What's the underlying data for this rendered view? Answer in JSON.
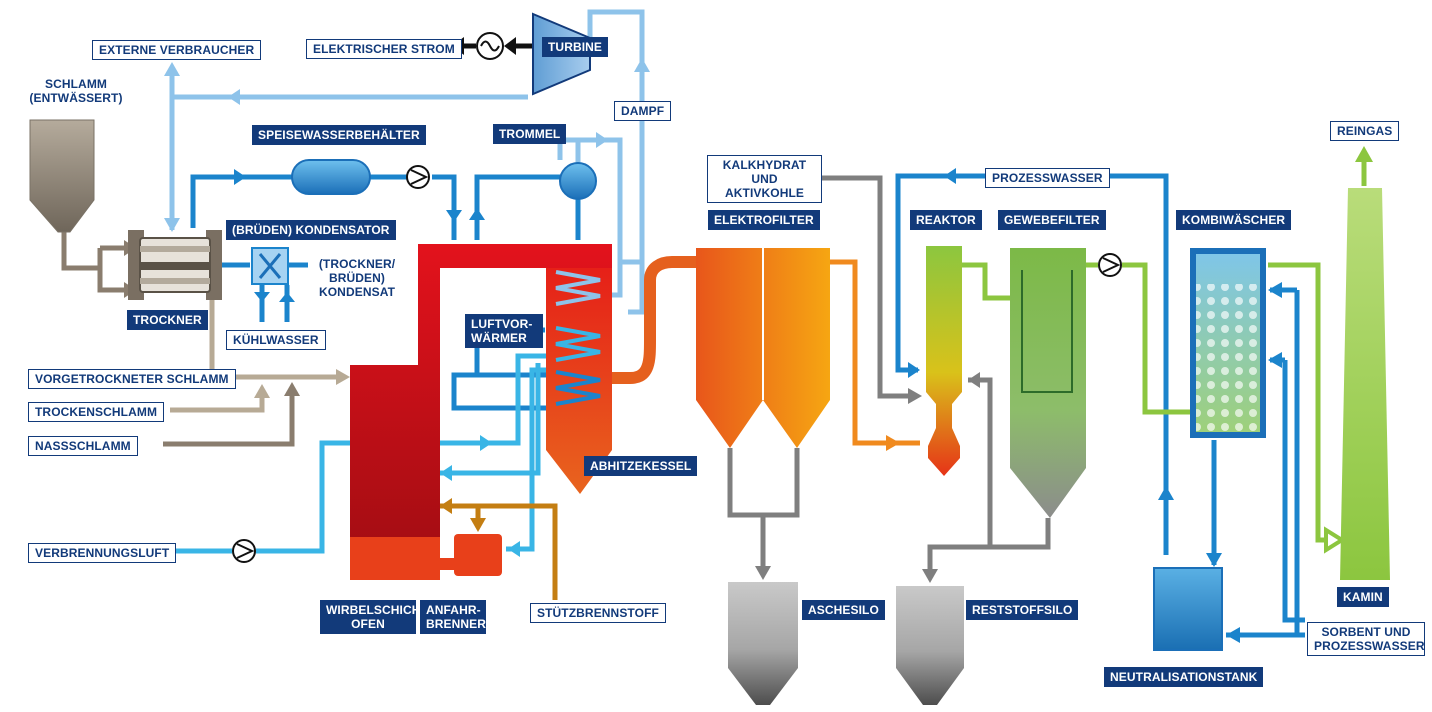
{
  "colors": {
    "label_dark_bg": "#123a7a",
    "steam": "#8ec3ea",
    "water": "#1b84cc",
    "air": "#39b5e6",
    "sludge": "#b7aa95",
    "wet_sludge": "#8a7d6e",
    "flue_gas": "#f08a1e",
    "support_fuel": "#c47e12",
    "clean_gas": "#8cc63f",
    "ash": "#7f7f7f",
    "electric": "#111111"
  },
  "labels": {
    "schlamm": "SCHLAMM\n(ENTWÄSSERT)",
    "externe_verbraucher": "EXTERNE VERBRAUCHER",
    "elektrischer_strom": "ELEKTRISCHER STROM",
    "turbine": "TURBINE",
    "dampf": "DAMPF",
    "speisewasserbehaelter": "SPEISEWASSERBEHÄLTER",
    "trommel": "TROMMEL",
    "bruedenkondensator": "(BRÜDEN) KONDENSATOR",
    "trockner": "TROCKNER",
    "kondensat": "(TROCKNER/\nBRÜDEN)\nKONDENSAT",
    "kuehlwasser": "KÜHLWASSER",
    "luftvorwaermer": "LUFTVOR-\nWÄRMER",
    "vorgetrockneter_schlamm": "VORGETROCKNETER SCHLAMM",
    "trockenschlamm": "TROCKENSCHLAMM",
    "nassschlamm": "NASSSCHLAMM",
    "verbrennungsluft": "VERBRENNUNGSLUFT",
    "abhitzekessel": "ABHITZEKESSEL",
    "wirbelschichtofen": "WIRBELSCHICHT\nOFEN",
    "anfahrbrenner": "ANFAHR-\nBRENNER",
    "stuetzbrennstoff": "STÜTZBRENNSTOFF",
    "kalkhydrat": "KALKHYDRAT\nUND AKTIVKOHLE",
    "elektrofilter": "ELEKTROFILTER",
    "aschesilo": "ASCHESILO",
    "reaktor": "REAKTOR",
    "gewebefilter": "GEWEBEFILTER",
    "prozesswasser": "PROZESSWASSER",
    "reststoffsilo": "RESTSTOFFSILO",
    "kombiwaescher": "KOMBIWÄSCHER",
    "neutralisationstank": "NEUTRALISATIONSTANK",
    "reingas": "REINGAS",
    "kamin": "KAMIN",
    "sorbent": "SORBENT UND\nPROZESSWASSER"
  }
}
